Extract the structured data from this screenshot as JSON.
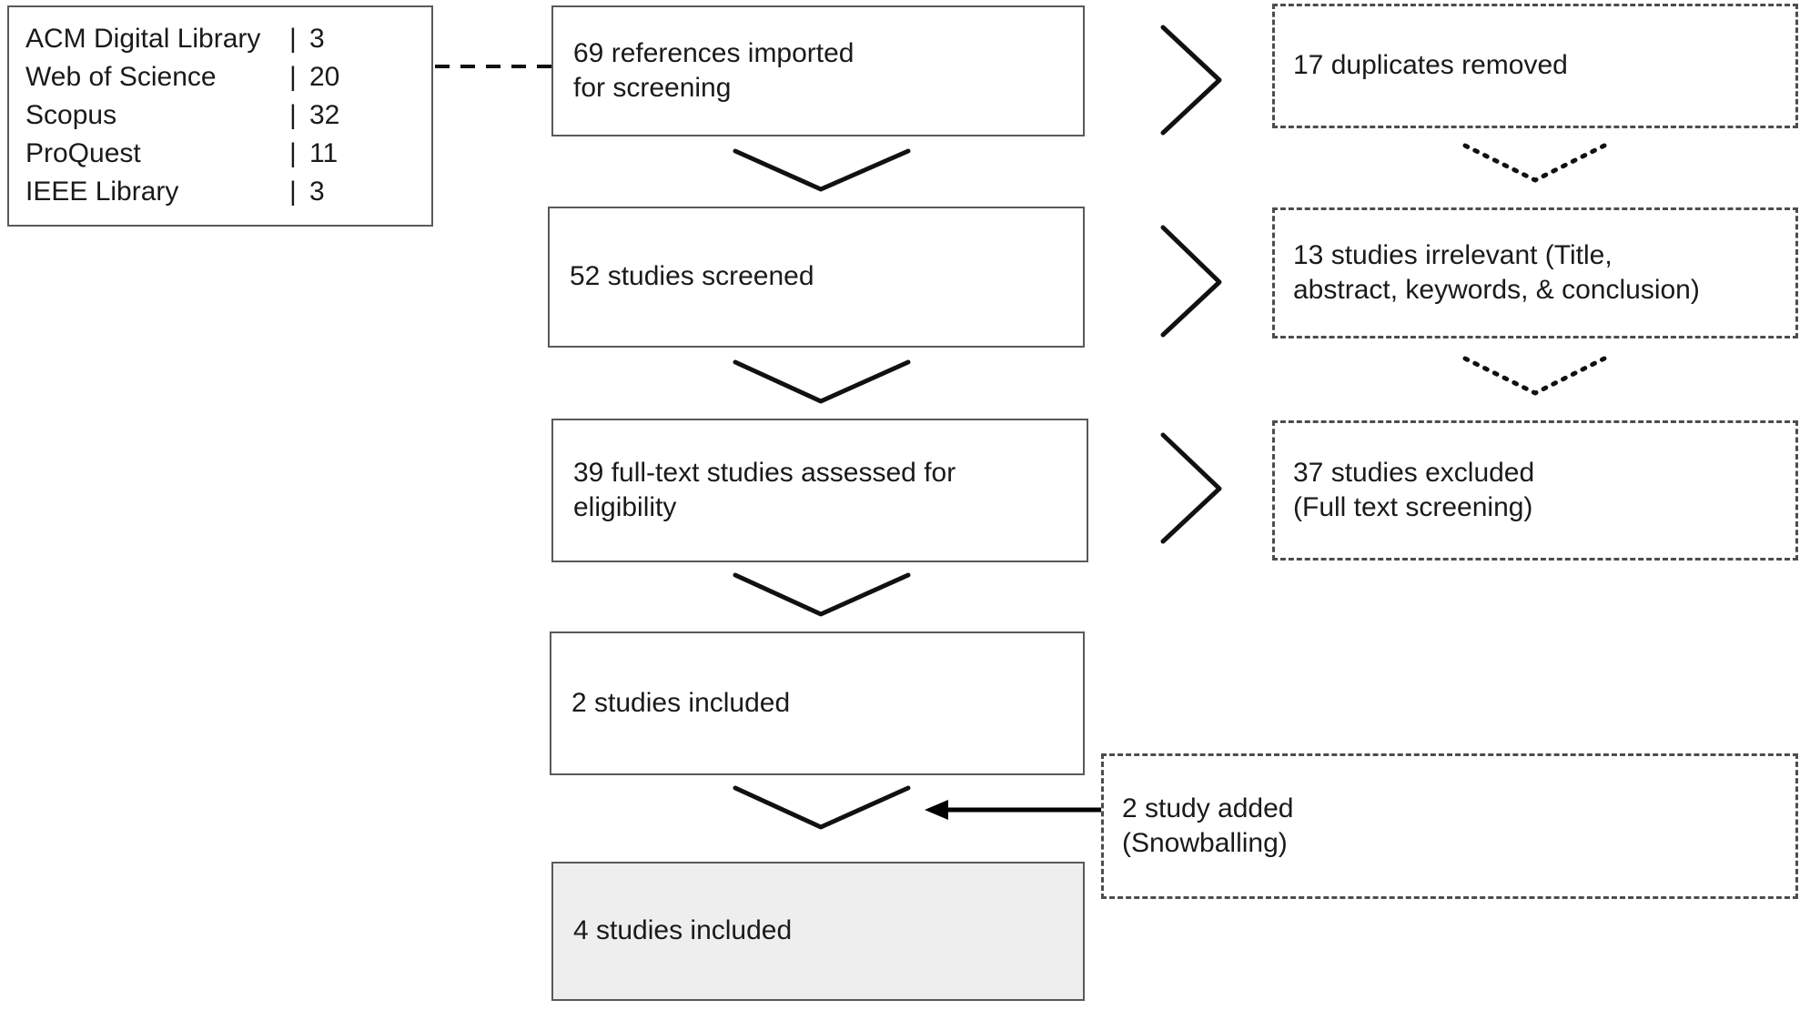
{
  "diagram": {
    "title": "PRISMA study selection flow diagram",
    "colors": {
      "box_border": "#595959",
      "dashed_border": "#4d4d4d",
      "text": "#1a1a1a",
      "highlight_fill": "#eeeeee",
      "connector": "#000000",
      "background": "#ffffff"
    }
  },
  "sources": {
    "separator": "|",
    "rows": [
      {
        "name": "ACM Digital Library",
        "count": "3"
      },
      {
        "name": "Web of Science",
        "count": "20"
      },
      {
        "name": "Scopus",
        "count": "32"
      },
      {
        "name": "ProQuest",
        "count": "11"
      },
      {
        "name": "IEEE Library",
        "count": "3"
      }
    ]
  },
  "flow": {
    "imported": "69 references imported\nfor screening",
    "screened": "52 studies screened",
    "fulltext": "39 full-text studies assessed for\neligibility",
    "included2": "2 studies included",
    "included4": "4 studies included"
  },
  "exclusions": {
    "duplicates": "17 duplicates removed",
    "irrelevant": "13 studies irrelevant (Title,\nabstract, keywords, & conclusion)",
    "excluded": "37 studies excluded\n(Full text screening)"
  },
  "additions": {
    "snowballing": "2 study added\n(Snowballing)"
  },
  "chart_data": {
    "type": "diagram",
    "diagram_type": "prisma-flow",
    "title": "PRISMA study selection flow diagram",
    "nodes": [
      {
        "id": "sources",
        "label": "ACM Digital Library | 3; Web of Science | 20; Scopus | 32; ProQuest | 11; IEEE Library | 3",
        "value": 69,
        "style": "solid"
      },
      {
        "id": "imported",
        "label": "69 references imported for screening",
        "value": 69,
        "style": "solid"
      },
      {
        "id": "duplicates",
        "label": "17 duplicates removed",
        "value": 17,
        "style": "dashed"
      },
      {
        "id": "screened",
        "label": "52 studies screened",
        "value": 52,
        "style": "solid"
      },
      {
        "id": "irrelevant",
        "label": "13 studies irrelevant (Title, abstract, keywords, & conclusion)",
        "value": 13,
        "style": "dashed"
      },
      {
        "id": "fulltext",
        "label": "39 full-text studies assessed for eligibility",
        "value": 39,
        "style": "solid"
      },
      {
        "id": "excluded",
        "label": "37 studies excluded (Full text screening)",
        "value": 37,
        "style": "dashed"
      },
      {
        "id": "included2",
        "label": "2 studies included",
        "value": 2,
        "style": "solid"
      },
      {
        "id": "snowballing",
        "label": "2 study added (Snowballing)",
        "value": 2,
        "style": "dashed"
      },
      {
        "id": "included4",
        "label": "4 studies included",
        "value": 4,
        "style": "solid-highlighted"
      }
    ],
    "edges": [
      {
        "from": "sources",
        "to": "imported",
        "style": "dashed-line"
      },
      {
        "from": "imported",
        "to": "duplicates",
        "style": "chevron-right"
      },
      {
        "from": "imported",
        "to": "screened",
        "style": "chevron-down"
      },
      {
        "from": "screened",
        "to": "irrelevant",
        "style": "chevron-right"
      },
      {
        "from": "screened",
        "to": "fulltext",
        "style": "chevron-down"
      },
      {
        "from": "fulltext",
        "to": "excluded",
        "style": "chevron-right"
      },
      {
        "from": "fulltext",
        "to": "included2",
        "style": "chevron-down"
      },
      {
        "from": "included2",
        "to": "included4",
        "style": "chevron-down"
      },
      {
        "from": "snowballing",
        "to": "included4",
        "style": "arrow-left"
      },
      {
        "from": "duplicates",
        "to": "irrelevant",
        "style": "dotted-chevron-down"
      },
      {
        "from": "irrelevant",
        "to": "excluded",
        "style": "dotted-chevron-down"
      }
    ]
  }
}
